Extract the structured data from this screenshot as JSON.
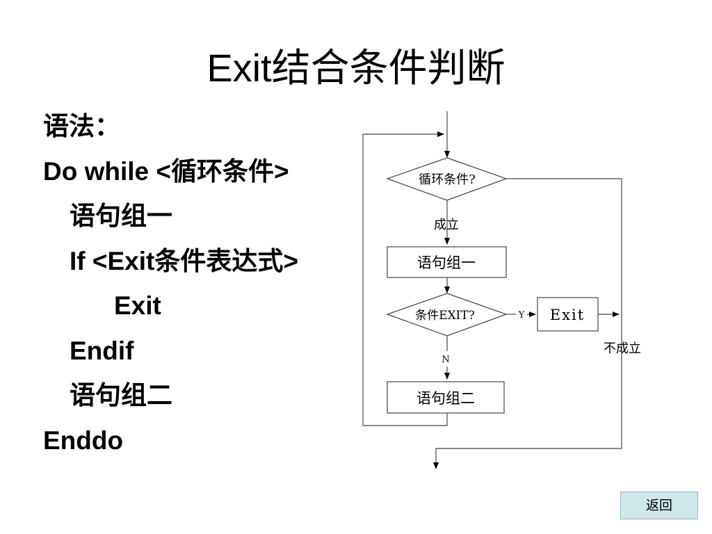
{
  "slide": {
    "title": "Exit结合条件判断"
  },
  "code": {
    "lines": [
      "语法：",
      "Do while <循环条件>",
      "语句组一",
      "If <Exit条件表达式>",
      "Exit",
      "Endif",
      "语句组二",
      "Enddo"
    ]
  },
  "flowchart": {
    "loop_condition": "循环条件?",
    "true_label": "成立",
    "block_one": "语句组一",
    "exit_condition": "条件EXIT?",
    "yes_label": "Y",
    "exit_box": "Exit",
    "false_label": "不成立",
    "no_label": "N",
    "block_two": "语句组二"
  },
  "nav": {
    "back_label": "返回"
  },
  "colors": {
    "back_button_bg": "#cfe6ea",
    "line": "#444444"
  }
}
